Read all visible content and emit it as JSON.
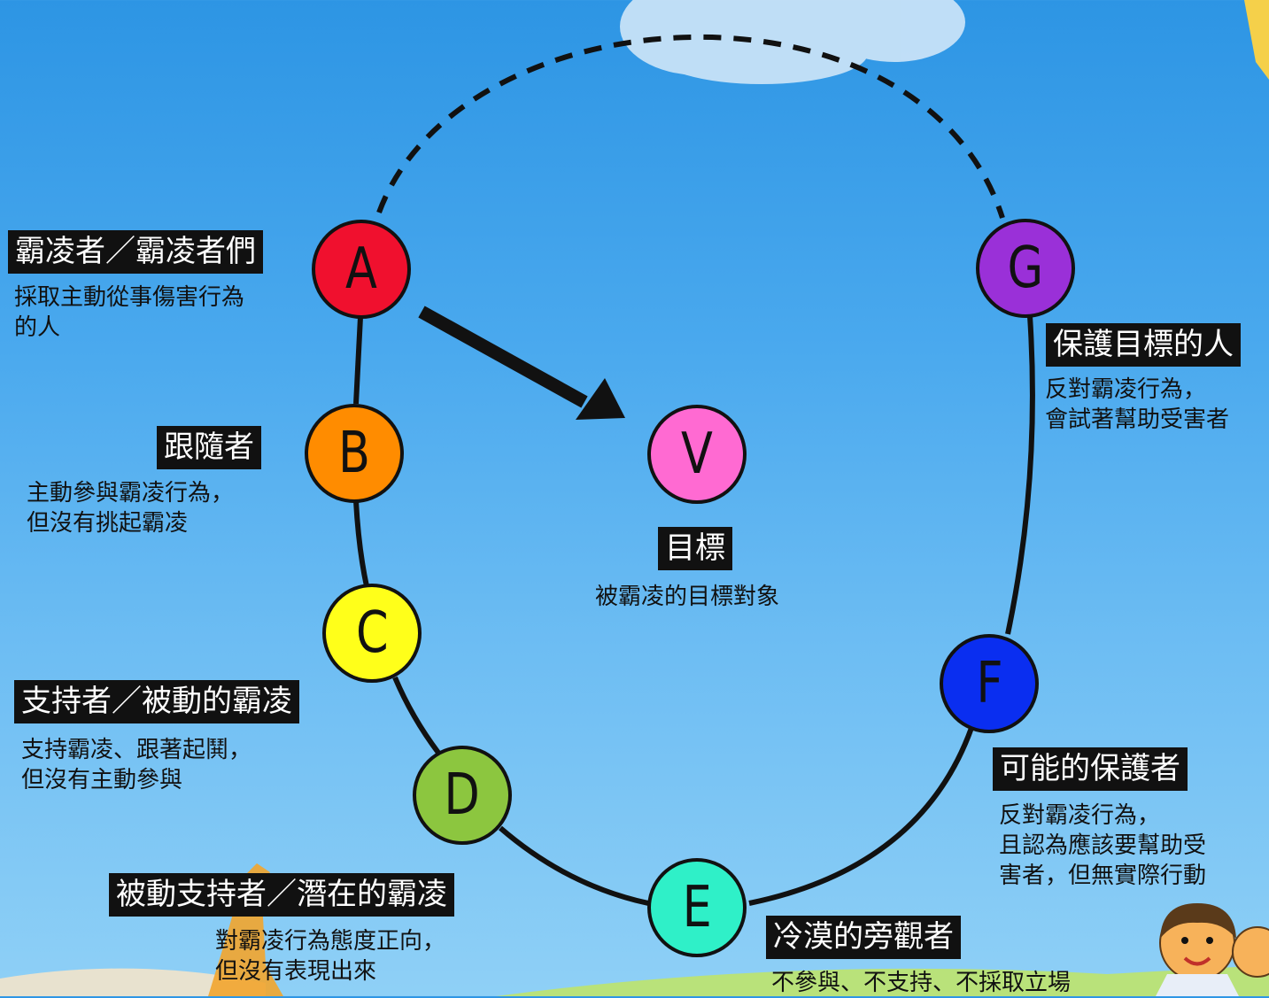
{
  "nodes": {
    "A": {
      "letter": "A",
      "color": "#f0102e"
    },
    "B": {
      "letter": "B",
      "color": "#ff8c00"
    },
    "C": {
      "letter": "C",
      "color": "#ffff1a"
    },
    "D": {
      "letter": "D",
      "color": "#8cc63f"
    },
    "E": {
      "letter": "E",
      "color": "#2ff0c8"
    },
    "F": {
      "letter": "F",
      "color": "#0a2ef0"
    },
    "G": {
      "letter": "G",
      "color": "#9a30d8"
    },
    "V": {
      "letter": "V",
      "color": "#ff6ad2"
    }
  },
  "roles": {
    "A": {
      "title": "霸凌者／霸凌者們",
      "description": "採取主動從事傷害行為\n的人"
    },
    "B": {
      "title": "跟隨者",
      "description": "主動參與霸凌行為，\n但沒有挑起霸凌"
    },
    "C": {
      "title": "支持者／被動的霸凌",
      "description": "支持霸凌、跟著起鬨，\n但沒有主動參與"
    },
    "D": {
      "title": "被動支持者／潛在的霸凌",
      "description": "對霸凌行為態度正向，\n但沒有表現出來"
    },
    "E": {
      "title": "冷漠的旁觀者",
      "description": "不參與、不支持、不採取立場"
    },
    "F": {
      "title": "可能的保護者",
      "description": "反對霸凌行為，\n且認為應該要幫助受\n害者，但無實際行動"
    },
    "G": {
      "title": "保護目標的人",
      "description": "反對霸凌行為，\n會試著幫助受害者"
    },
    "V": {
      "title": "目標",
      "description": "被霸凌的目標對象"
    }
  },
  "colors": {
    "sky": "#4aa9ee",
    "label_bg": "#111111",
    "label_text": "#ffffff"
  }
}
